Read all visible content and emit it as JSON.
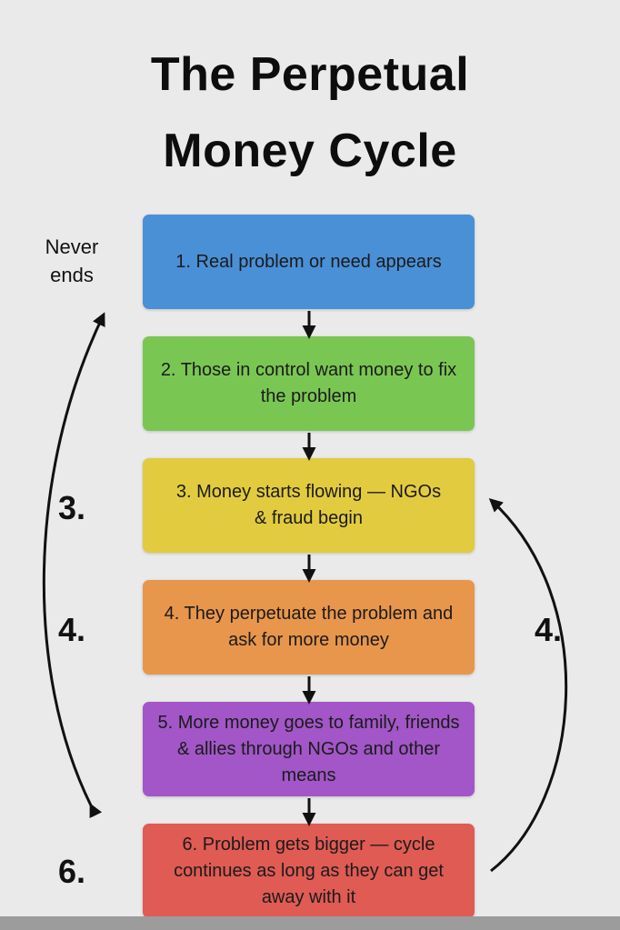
{
  "title": {
    "line1": "The Perpetual",
    "line2": "Money Cycle"
  },
  "side_note": {
    "line1": "Never",
    "line2": "ends"
  },
  "steps": [
    {
      "text": "1.  Real problem or need appears",
      "color": "#4a90d6"
    },
    {
      "text": "2. Those in control want money to fix the problem",
      "color": "#7ac653"
    },
    {
      "text": "3. Money starts flowing — NGOs & fraud begin",
      "color": "#e2cb3e"
    },
    {
      "text": "4. They perpetuate the problem and ask for more money",
      "color": "#e8964c"
    },
    {
      "text": "5. More money goes to family, friends & allies through NGOs and other means",
      "color": "#a256c7"
    },
    {
      "text": "6. Problem gets bigger — cycle continues as long as they can get away with it",
      "color": "#df5b54"
    }
  ],
  "left_numbers": [
    "3.",
    "4.",
    "6."
  ],
  "right_numbers": [
    "4."
  ]
}
